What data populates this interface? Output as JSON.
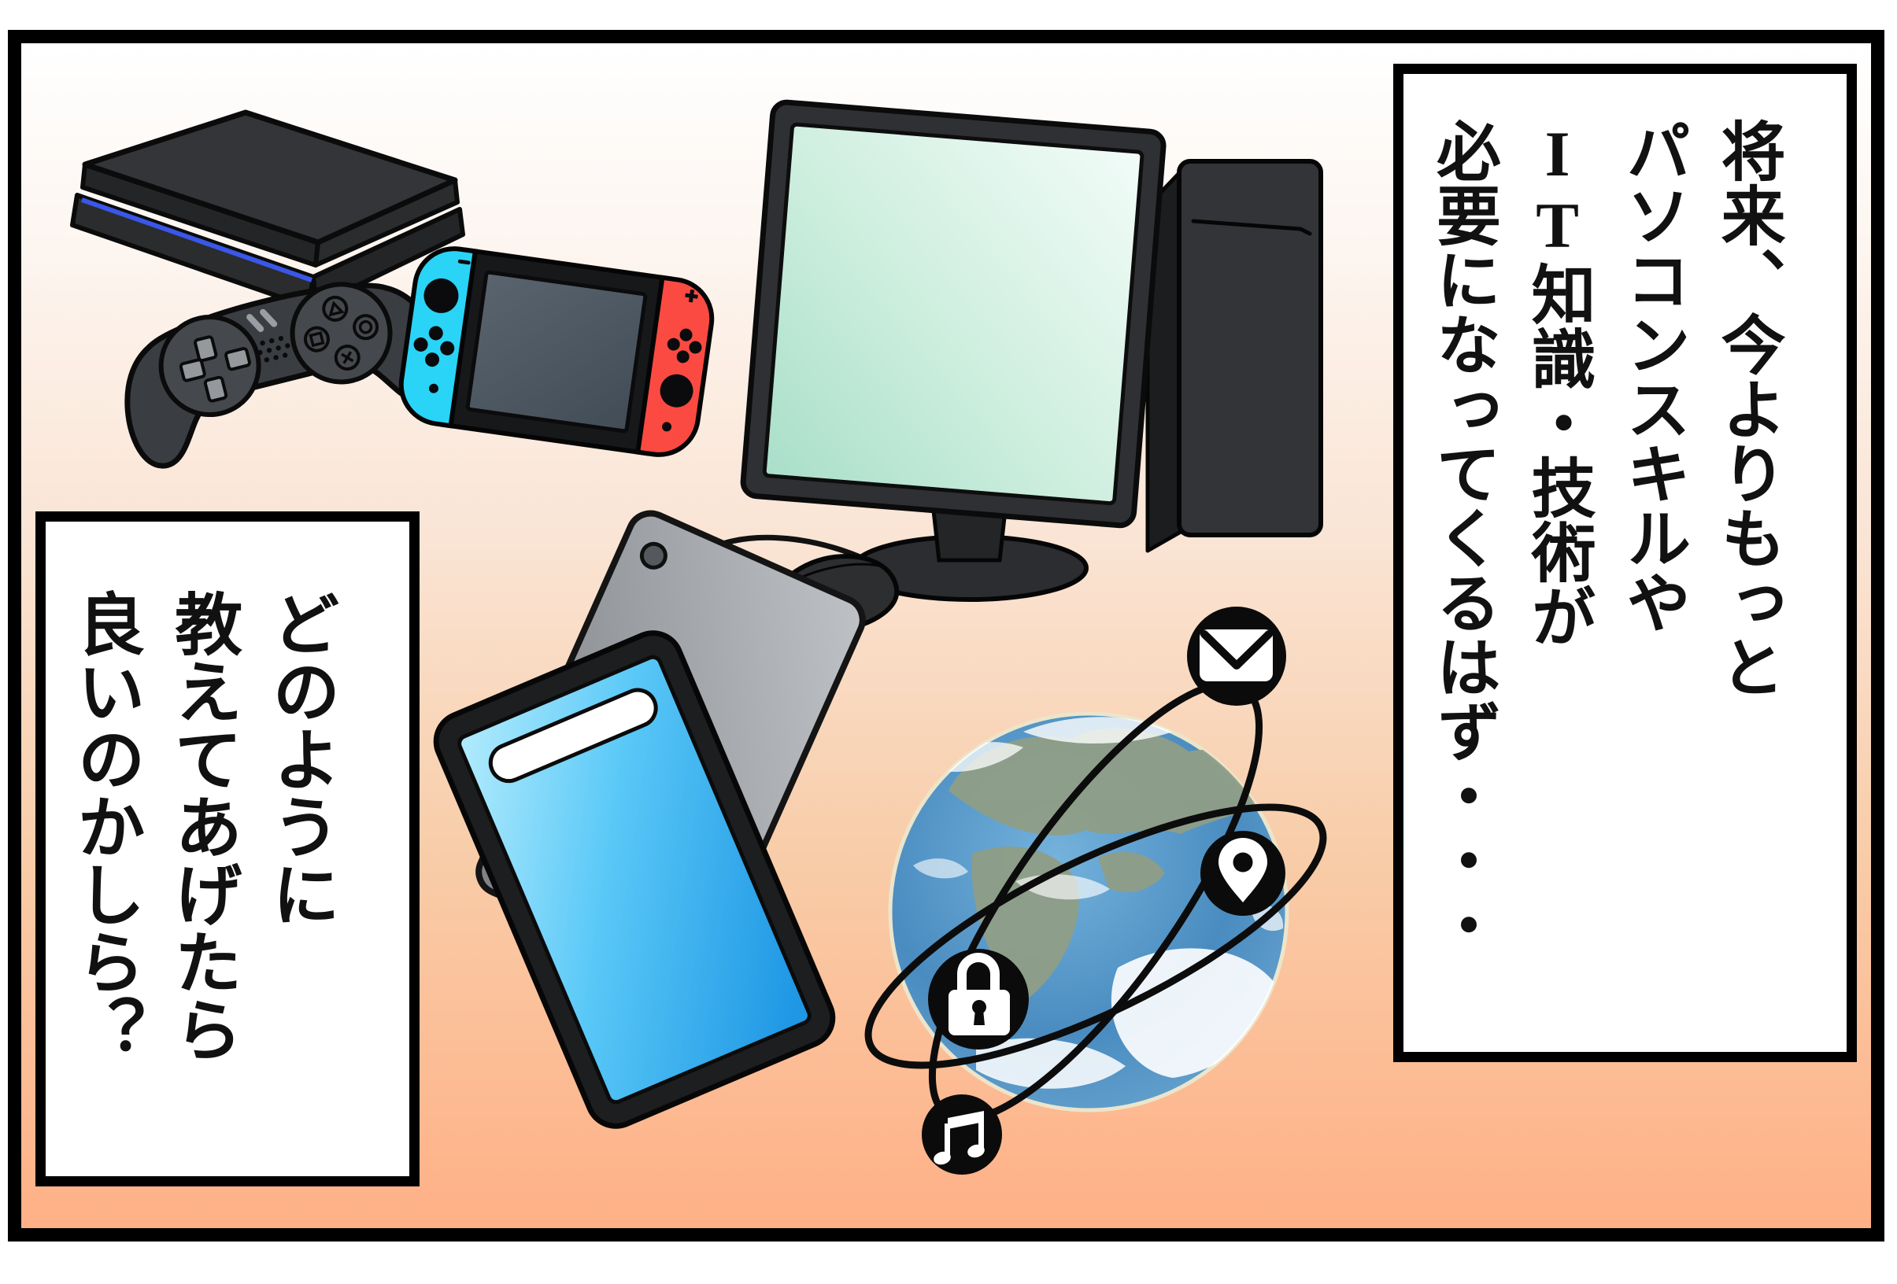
{
  "scene": {
    "kind": "single-panel comic illustration",
    "subject": "game console, controller, handheld game system, desktop computer, tablet, smartphone and a globe orbited by communication icons"
  },
  "speech_right": {
    "lines": [
      "将来、今よりもっと",
      "パソコンスキルや",
      "IT知識・技術が",
      "必要になってくるはず・・・"
    ]
  },
  "speech_left": {
    "lines": [
      "どのように",
      "教えてあげたら",
      "良いのかしら？"
    ]
  },
  "icons": {
    "email": "envelope-icon",
    "location": "location-pin-icon",
    "security": "padlock-icon",
    "music": "music-note-icon"
  },
  "colors": {
    "frame_black": "#000000",
    "bg_top": "#ffffff",
    "bg_bottom": "#ffb086",
    "bubble_bg": "#ffffff",
    "text_ink": "#111111",
    "device_dark": "#2e3033",
    "device_outline": "#0b0b0b",
    "console_stripe_blue": "#3a57e8",
    "joycon_left_cyan": "#2ad4f6",
    "joycon_right_red": "#fb4a42",
    "handheld_screen": "#4d5761",
    "monitor_screen_mint": "#bfe9d8",
    "phone_screen_blue": "#45c0f5",
    "tablet_gray": "#a5a8ad",
    "globe_ocean": "#4a8cc0",
    "globe_land": "#8f9e86",
    "badge_black": "#0b0b0b",
    "badge_glyph_white": "#ffffff"
  }
}
